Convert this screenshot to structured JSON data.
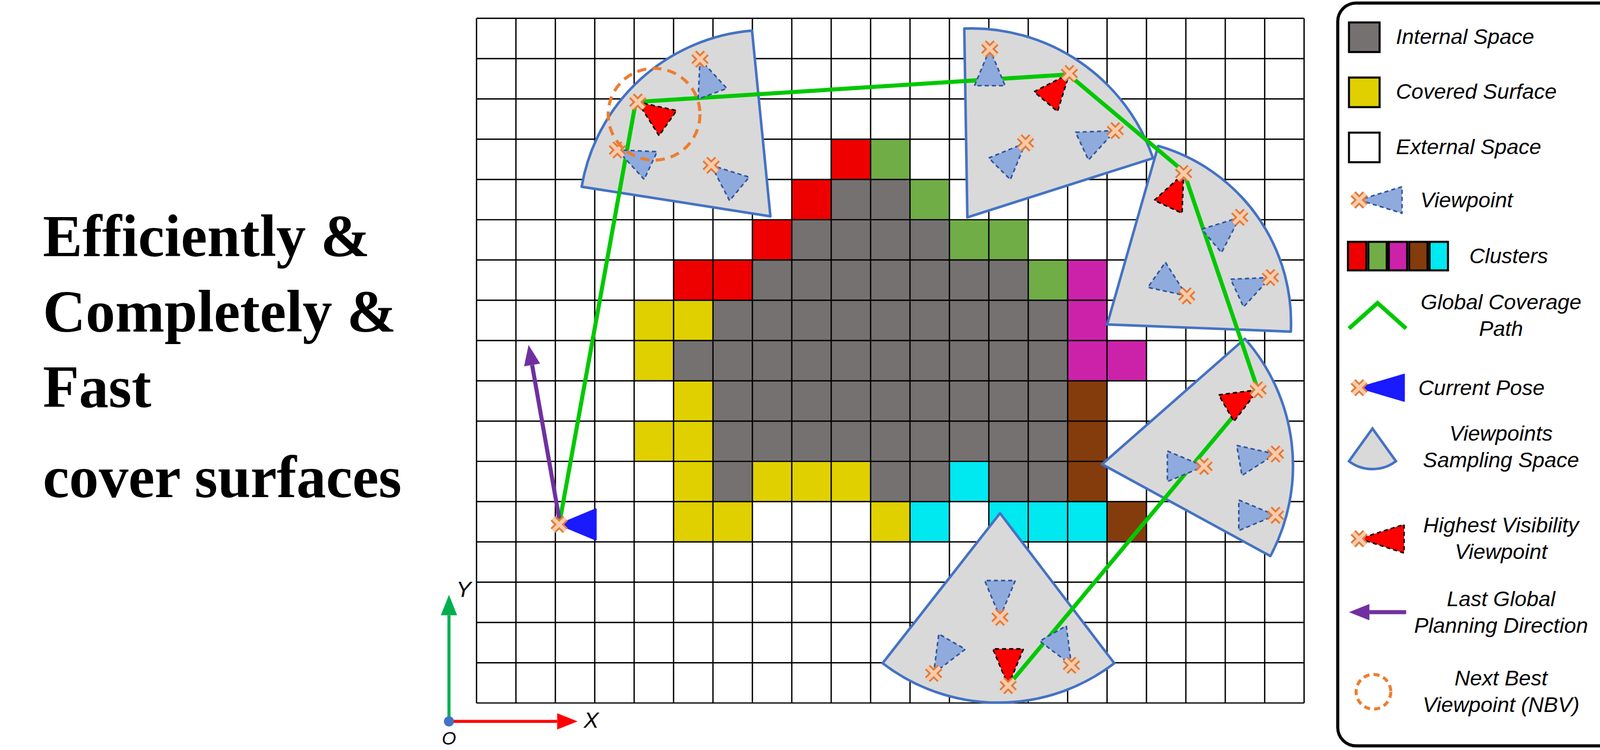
{
  "diagram": {
    "labels": [
      "Efficiently & Completely & Fast",
      "cover surfaces",
      "Y",
      "X",
      "O"
    ],
    "legend": [
      {
        "text": "Internal Space",
        "color": "#767171"
      },
      {
        "text": "Covered Surface",
        "color": "#e0d000"
      },
      {
        "text": "External Space",
        "color": "#ffffff"
      },
      {
        "text": "Viewpoint"
      },
      {
        "text": "Clusters"
      },
      {
        "text": "Global Coverage Path"
      },
      {
        "text": "Current Pose"
      },
      {
        "text": "Viewpoints Sampling Space"
      },
      {
        "text": "Highest Visibility Viewpoint"
      },
      {
        "text": "Last Global Planning Direction"
      },
      {
        "text": "Next Best Viewpoint (NBV)"
      }
    ]
  }
}
